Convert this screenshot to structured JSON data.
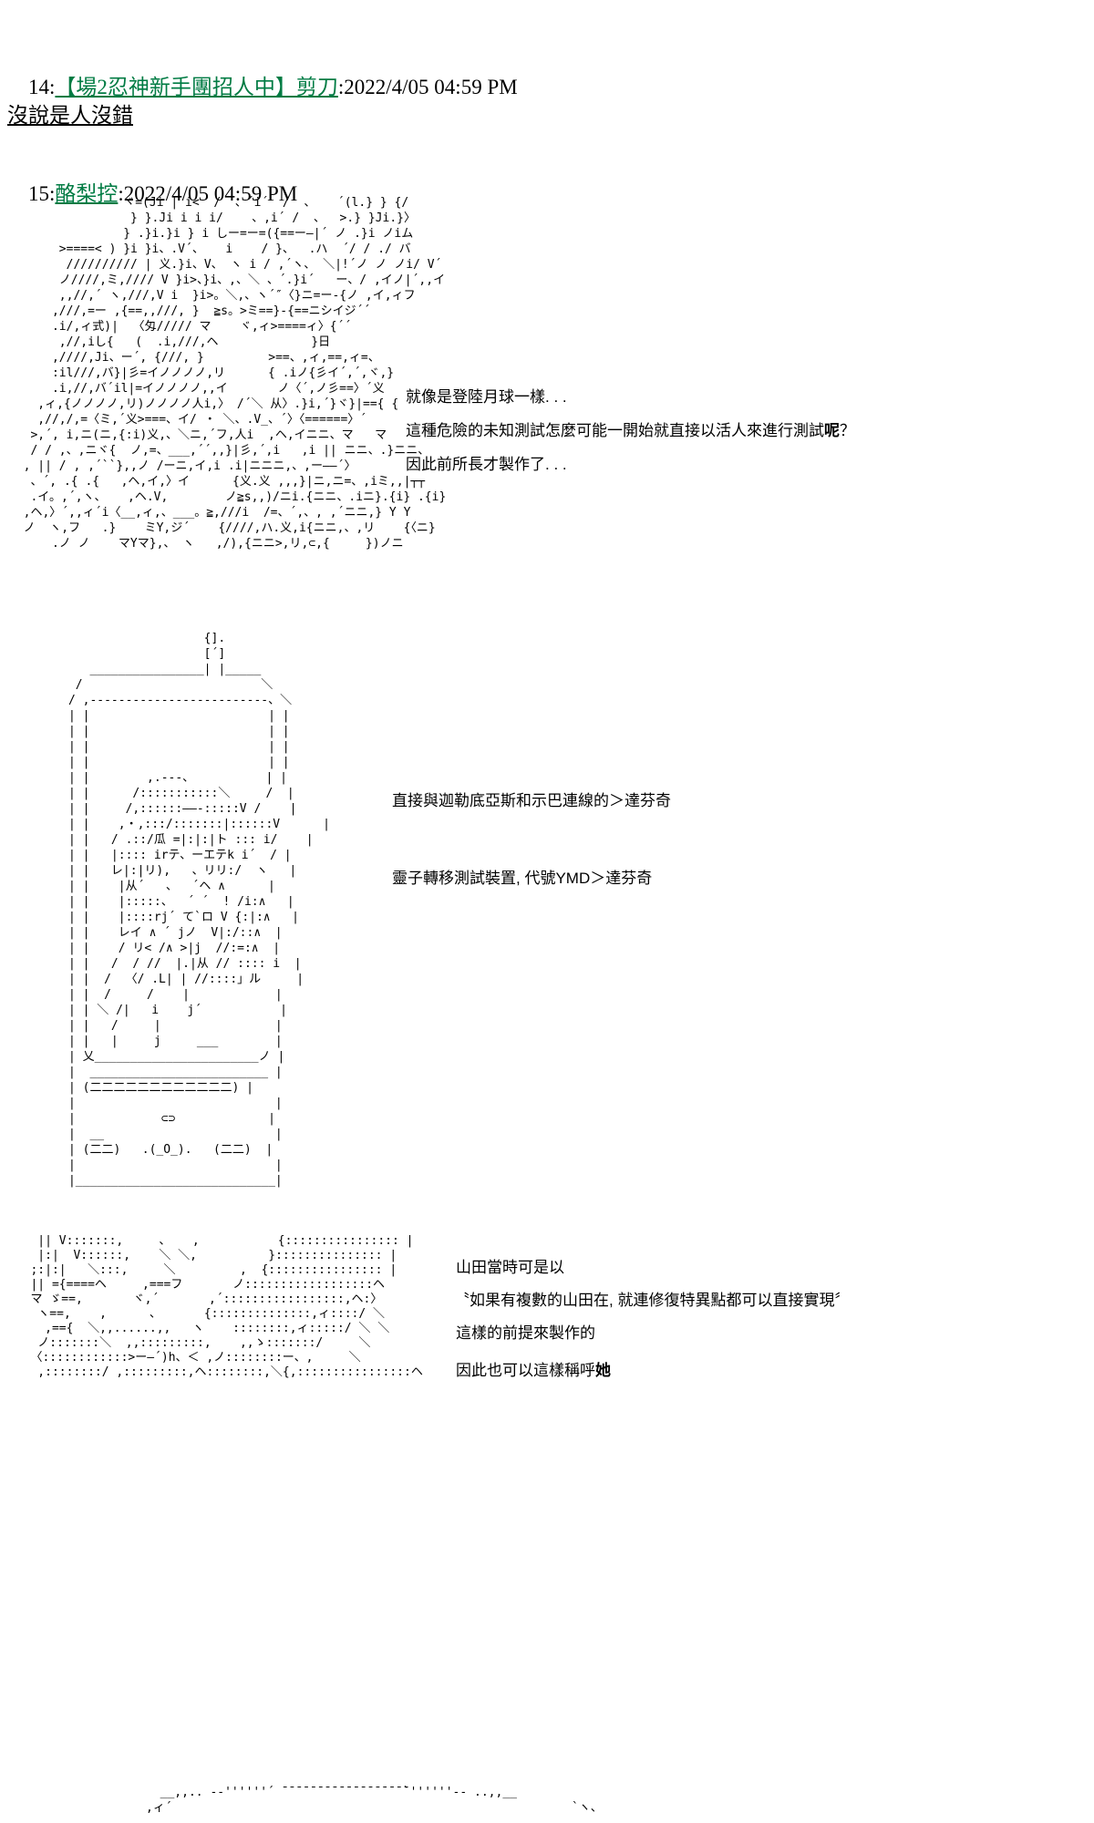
{
  "page": {
    "background": "#ffffff",
    "link_color": "#007B43",
    "text_color": "#000000"
  },
  "posts": {
    "p14": {
      "number": "14:",
      "name": "【場2忍神新手團招人中】剪刀",
      "timestamp": ":2022/4/05 04:59 PM",
      "body": "沒說是人沒錯"
    },
    "p15": {
      "number": "15:",
      "name": "酪梨控",
      "timestamp": ":2022/4/05 04:59 PM",
      "aa1": [
        "                ヾ=(Ji | i<  /  、´i´  /  、   ´(l.} } {/",
        "                 } }.Ji i i i/    、,i´ /  、  >.} }Ji.}〉",
        "                } .}i.}i } i しー=ー=({==ー―|´ ノ .}i ノiム",
        "       >====< ) }i }i、.V´、   i    / }、  .ハ  ´/ / ./ バ",
        "        ////////// | 义.}i、V、 ヽ i / ,´ヽ、 ＼|!´ノ ノ ノi/ V´",
        "       ノ////,ミ,//// V }i>、}i、,、＼ 、´.}i´   ー、/ ,イノ|´,,イ",
        "       ,,//,´ ヽ,///,V i  }i>。＼,、ヽ´″〈}ニ=ー‐{ノ ,イ,ィフ",
        "      ,///,=ー ,{==,,///, }  ≧s。>ミ==}-{==ニシイジ´´",
        "      .i/,ィ式)|  〈匁///// マ    ヾ,ィ>====ィ〉{´´",
        "       ,//,iし{   (  .i,///,ヘ             }日",
        "      ,////,Ji、ー´, {///, }         >==、,ィ,==,ィ=、",
        "      :il///,バ}|彡=イノノノノ,リ      { .iノ{彡イ´,´,ヾ,}",
        "      .i,//,バ´il|=イノノノノ,,イ       ノ〈´,ノ彡==〉´义",
        "    ,ィ,{ノノノノ,リ)ノノノノ人i,〉 /´＼ 从〉.}i,´}ヾ}|=={ {",
        "    ,//,/,=〈ミ,´义>===、イ/ ・ ＼、.V_、´〉〈======〉´",
        "   >,´, i,ニ(ニ,{:i)义,、＼ニ,´フ,人i  ,ヘ,イニニ、マ   マ",
        "   / / ,、,ニヾ{  ノ,=、___,´´,,}|彡,´,i   ,i || ニニ、.}ニニ、",
        "  , || / , ,´``},,ノ /ーニ,イ,i .i|ニニニ,、,ー――´〉",
        "   、´, .{ .{   ,ヘ,イ,〉イ      {义.义 ,,,}|ニ,ニ=、,iミ,,|┬┬",
        "   .イ。,´,ヽ、   ,ヘ.V,        ノ≧s,,)/ニi.{ニニ、.iニ}.{i} .{i}",
        "  ,ヘ,〉´,,ィ´i〈__,ィ,、___。≧,///i  /=、´,、, ,´ニニ,} Y Y",
        "  ノ  ヽ,フ   .}    ミY,ジ´    {////,ハ.义,i{ニニ,、,リ    {〈ニ}",
        "      .ノ ノ    マYマ},、 ヽ   ,/),{ニニ>,リ,⊂,{     })ノニ"
      ],
      "aa1_dialogue": {
        "l1": "就像是登陸月球一樣. . .",
        "l2_pre": "這種危險的未知測試怎麼可能一開始就直接以活人來進行測試",
        "l2_bold": "呢",
        "l2_post": "？",
        "l3": "因此前所長才製作了. . ."
      },
      "aa2": [
        "                         {].",
        "                         [´]",
        "         ________________| |_____",
        "       /                         ＼",
        "      / ,-------------------------、＼",
        "      | |                         | |",
        "      | |                         | |",
        "      | |                         | |",
        "      | |                         | |",
        "      | |        ,.---、          | |",
        "      | |      /:::::::::::＼     /  |",
        "      | |     /,::::::――-:::::V /    |",
        "      | |    ,・,:::/:::::::|::::::V      |",
        "      | |   / .::/瓜 =|:|:|ト ::: i/    |",
        "      | |   |:::: irテ、ーエテk i´  / |",
        "      | |   レ|:|リ),   、リリ:/  ヽ   |",
        "      | |    |从´   、  ´ヘ ∧      |",
        "      | |    |:::::、  ´ ´  ! /i:∧   |",
        "      | |    |::::rj´ て`ロ V {:|:∧   |",
        "      | |    レイ ∧ ´ jノ  V|:/::∧  |",
        "      | |    / リ< /∧ >|j  //:=:∧  |",
        "      | |   /  / //  |.|从 // :::: i  |",
        "      | |  /  〈/ .L| | //::::」ル     |",
        "      | |  /     /    |            |",
        "      | | ＼ /|   i    j´           |",
        "      | |   /     |                |",
        "      | |   |     j     ___        |",
        "      | 乂_______________________ノ |",
        "      |  _________________________ |",
        "      | (二二二二二二二二二二二二) |",
        "      |                            |",
        "      |            ⊂⊃             |",
        "      |  __                        |",
        "      | (二二)   .(_О_).   (二二)  |",
        "      |                            |",
        "      |____________________________|"
      ],
      "aa2_dialogue": {
        "l1": "直接與迦勒底亞斯和示巴連線的＞達芬奇",
        "l2": "靈子轉移測試裝置, 代號YMD＞達芬奇"
      },
      "aa3": [
        "    || V:::::::,     、   ,           {:::::::::::::::: |",
        "    |:|  V::::::,    ＼ ＼,          }::::::::::::::: |",
        "   ;:|:|   ＼:::,     ＼         ,  {:::::::::::::::: |",
        "   || ={====ヘ     ,===フ       ノ::::::::::::::::::ヘ",
        "   マ ゞ==,       ヾ,´       ,´:::::::::::::::::,ヘ:〉",
        "    ヽ==,    ,      、      {::::::::::::::,ィ::::/ ＼",
        "     ,=={  ＼,,......,,   ヽ    ::::::::,ィ:::::/ ＼ ＼",
        "    ノ:::::::＼  ,,:::::::::,    ,,ゝ:::::::/     ＼",
        "   〈::::::::::::>ー―´)h、＜ ,ノ::::::::ー、,     ＼",
        "    ,::::::::/ ,:::::::::,ヘ::::::::,＼{,::::::::::::::::ヘ"
      ],
      "aa3_dialogue": {
        "l1": "山田當時可是以",
        "l2": "〝如果有複數的山田在, 就連修復特異點都可以直接實現〞",
        "l3": "這樣的前提來製作的",
        "l4_pre": "因此也可以這樣稱呼",
        "l4_bold": "她"
      },
      "aa4": [
        "  __,,.. -‐''''''´ ̄ ̄ ̄ ̄ ̄ ̄ ̄ ̄ ̄ ̄ ̄ ̄ ̄ ̄ ̄ ̄ ̄ ̄`''''''‐- ..,,__",
        ",ィ´                                                        `ヽ、"
      ]
    }
  }
}
